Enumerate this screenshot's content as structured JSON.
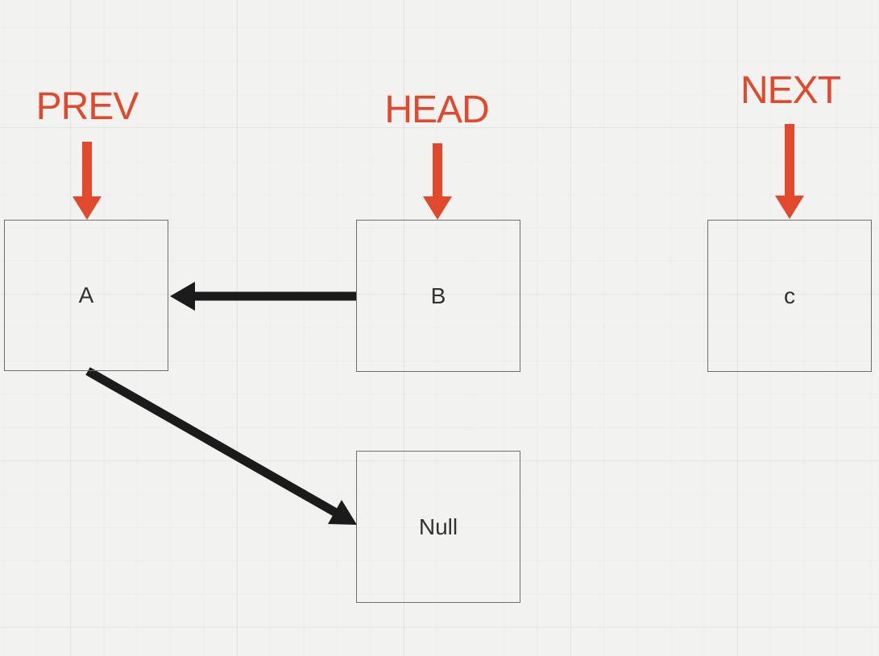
{
  "colors": {
    "pointer_red": "#e2482b",
    "arrow_black": "#1b1b1b",
    "node_border": "#6e6e6e",
    "node_text": "#323232",
    "background": "#f2f2f1"
  },
  "pointers": [
    {
      "id": "prev",
      "label": "PREV",
      "points_to": "A"
    },
    {
      "id": "head",
      "label": "HEAD",
      "points_to": "B"
    },
    {
      "id": "next",
      "label": "NEXT",
      "points_to": "c"
    }
  ],
  "nodes": [
    {
      "id": "a",
      "label": "A"
    },
    {
      "id": "b",
      "label": "B"
    },
    {
      "id": "c",
      "label": "c"
    },
    {
      "id": "null",
      "label": "Null"
    }
  ],
  "edges": [
    {
      "id": "b-to-a",
      "from": "B",
      "to": "A"
    },
    {
      "id": "a-to-null",
      "from": "A",
      "to": "Null"
    }
  ]
}
